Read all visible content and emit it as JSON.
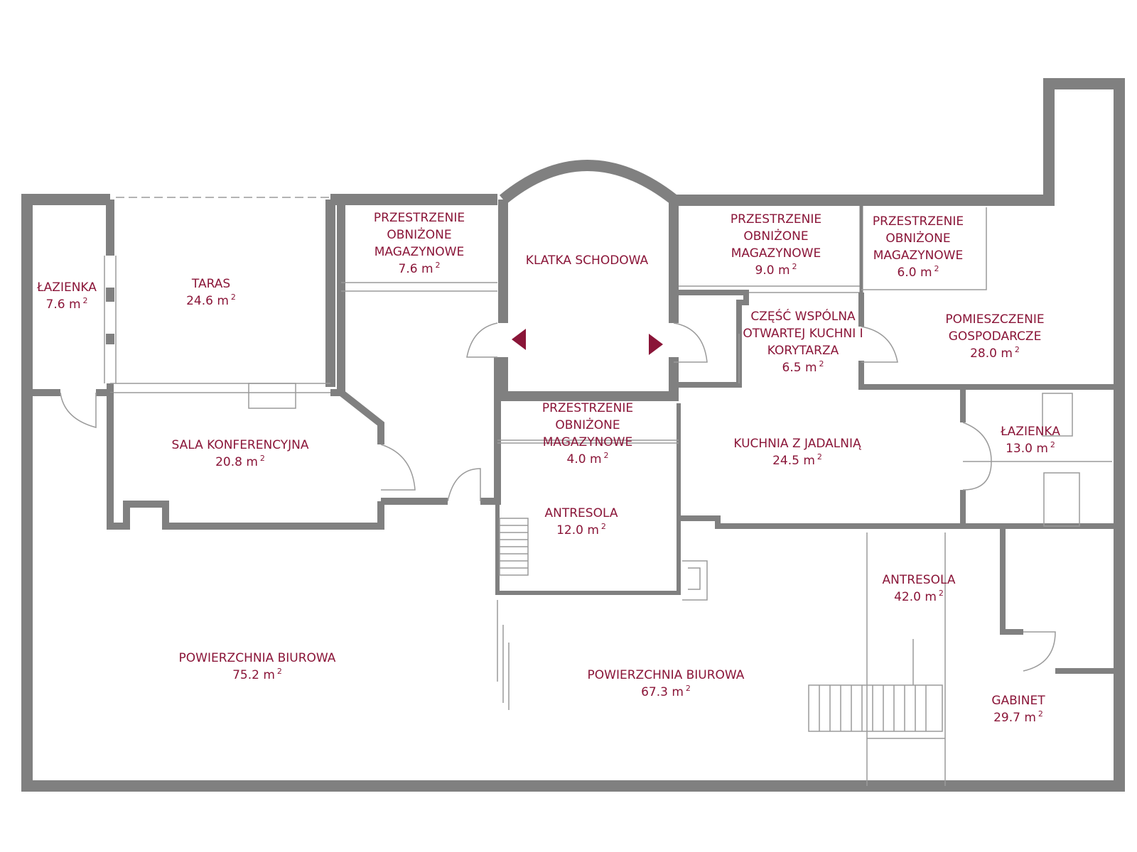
{
  "plan": {
    "label_color": "#8a1538",
    "wall_color": "#808080",
    "arrow_color": "#8a1538",
    "area_unit": "m",
    "area_exponent": "2",
    "rooms": [
      {
        "id": "lazienka-1",
        "lines": [
          "ŁAZIENKA"
        ],
        "area": "7.6"
      },
      {
        "id": "taras",
        "lines": [
          "TARAS"
        ],
        "area": "24.6"
      },
      {
        "id": "przestrzenie-1",
        "lines": [
          "PRZESTRZENIE",
          "OBNIŻONE",
          "MAGAZYNOWE"
        ],
        "area": "7.6"
      },
      {
        "id": "klatka-schodowa",
        "lines": [
          "KLATKA SCHODOWA"
        ],
        "area": ""
      },
      {
        "id": "przestrzenie-2",
        "lines": [
          "PRZESTRZENIE",
          "OBNIŻONE",
          "MAGAZYNOWE"
        ],
        "area": "9.0"
      },
      {
        "id": "przestrzenie-3",
        "lines": [
          "PRZESTRZENIE",
          "OBNIŻONE",
          "MAGAZYNOWE"
        ],
        "area": "6.0"
      },
      {
        "id": "czesc-wspolna",
        "lines": [
          "CZĘŚĆ WSPÓLNA",
          "OTWARTEJ KUCHNI I",
          "KORYTARZA"
        ],
        "area": "6.5"
      },
      {
        "id": "pomieszczenie-gospodarcze",
        "lines": [
          "POMIESZCZENIE",
          "GOSPODARCZE"
        ],
        "area": "28.0"
      },
      {
        "id": "sala-konferencyjna",
        "lines": [
          "SALA KONFERENCYJNA"
        ],
        "area": "20.8"
      },
      {
        "id": "przestrzenie-4",
        "lines": [
          "PRZESTRZENIE",
          "OBNIŻONE",
          "MAGAZYNOWE"
        ],
        "area": "4.0"
      },
      {
        "id": "kuchnia-z-jadalnia",
        "lines": [
          "KUCHNIA Z JADALNIĄ"
        ],
        "area": "24.5"
      },
      {
        "id": "lazienka-2",
        "lines": [
          "ŁAZIENKA"
        ],
        "area": "13.0"
      },
      {
        "id": "antresola-1",
        "lines": [
          "ANTRESOLA"
        ],
        "area": "12.0"
      },
      {
        "id": "antresola-2",
        "lines": [
          "ANTRESOLA"
        ],
        "area": "42.0"
      },
      {
        "id": "powierzchnia-biurowa-1",
        "lines": [
          "POWIERZCHNIA BIUROWA"
        ],
        "area": "75.2"
      },
      {
        "id": "powierzchnia-biurowa-2",
        "lines": [
          "POWIERZCHNIA BIUROWA"
        ],
        "area": "67.3"
      },
      {
        "id": "gabinet",
        "lines": [
          "GABINET"
        ],
        "area": "29.7"
      }
    ]
  }
}
